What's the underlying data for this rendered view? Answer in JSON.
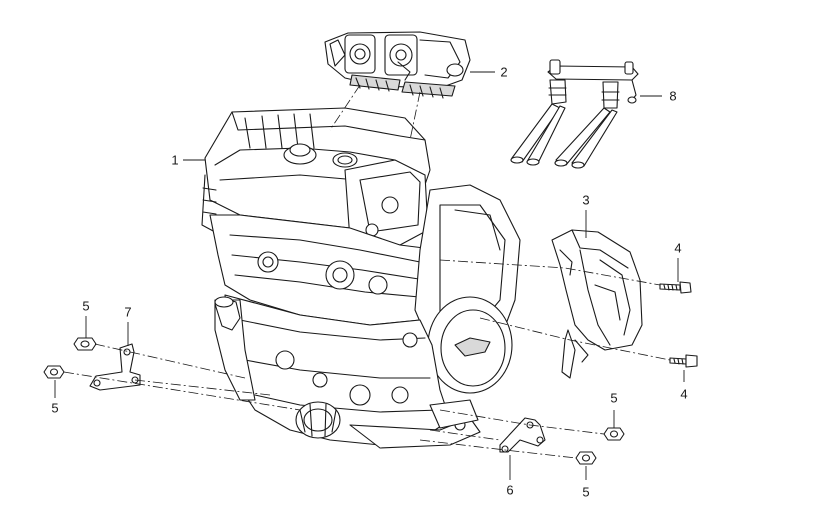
{
  "diagram": {
    "title": "",
    "callouts": [
      {
        "id": "c1",
        "label": "1",
        "part": "engine-assembly"
      },
      {
        "id": "c2",
        "label": "2",
        "part": "throttle-body"
      },
      {
        "id": "c3",
        "label": "3",
        "part": "heat-shield-cover"
      },
      {
        "id": "c4a",
        "label": "4",
        "part": "bolt-upper"
      },
      {
        "id": "c4b",
        "label": "4",
        "part": "bolt-lower"
      },
      {
        "id": "c5a",
        "label": "5",
        "part": "nut-left-upper"
      },
      {
        "id": "c5b",
        "label": "5",
        "part": "nut-left-lower"
      },
      {
        "id": "c5c",
        "label": "5",
        "part": "nut-right-upper"
      },
      {
        "id": "c5d",
        "label": "5",
        "part": "nut-right-lower"
      },
      {
        "id": "c6",
        "label": "6",
        "part": "bracket-right"
      },
      {
        "id": "c7",
        "label": "7",
        "part": "bracket-left"
      },
      {
        "id": "c8",
        "label": "8",
        "part": "fuel-injector-rail"
      }
    ],
    "colors": {
      "line": "#1a1a1a",
      "fill": "#ffffff",
      "shade": "#d9d9d9"
    }
  }
}
